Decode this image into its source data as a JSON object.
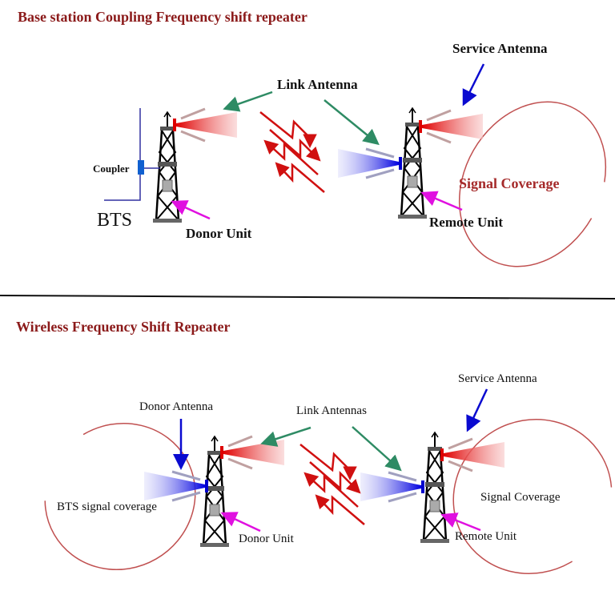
{
  "panels": [
    {
      "title": "Base station Coupling Frequency shift repeater",
      "labels": {
        "link_antenna": "Link Antenna",
        "service_antenna": "Service Antenna",
        "coupler": "Coupler",
        "bts": "BTS",
        "donor_unit": "Donor Unit",
        "remote_unit": "Remote Unit",
        "signal_coverage": "Signal Coverage"
      }
    },
    {
      "title": "Wireless Frequency Shift Repeater",
      "labels": {
        "donor_antenna": "Donor Antenna",
        "link_antennas": "Link Antennas",
        "service_antenna": "Service Antenna",
        "bts_signal_coverage": "BTS signal coverage",
        "donor_unit": "Donor Unit",
        "remote_unit": "Remote Unit",
        "signal_coverage": "Signal Coverage"
      }
    }
  ],
  "colors": {
    "title": "#8b1a1a",
    "link_arrow": "#2e8b64",
    "service_arrow": "#0a0ad0",
    "unit_arrow": "#e010e0",
    "signal": "#d01010",
    "coverage": "#c05050"
  }
}
